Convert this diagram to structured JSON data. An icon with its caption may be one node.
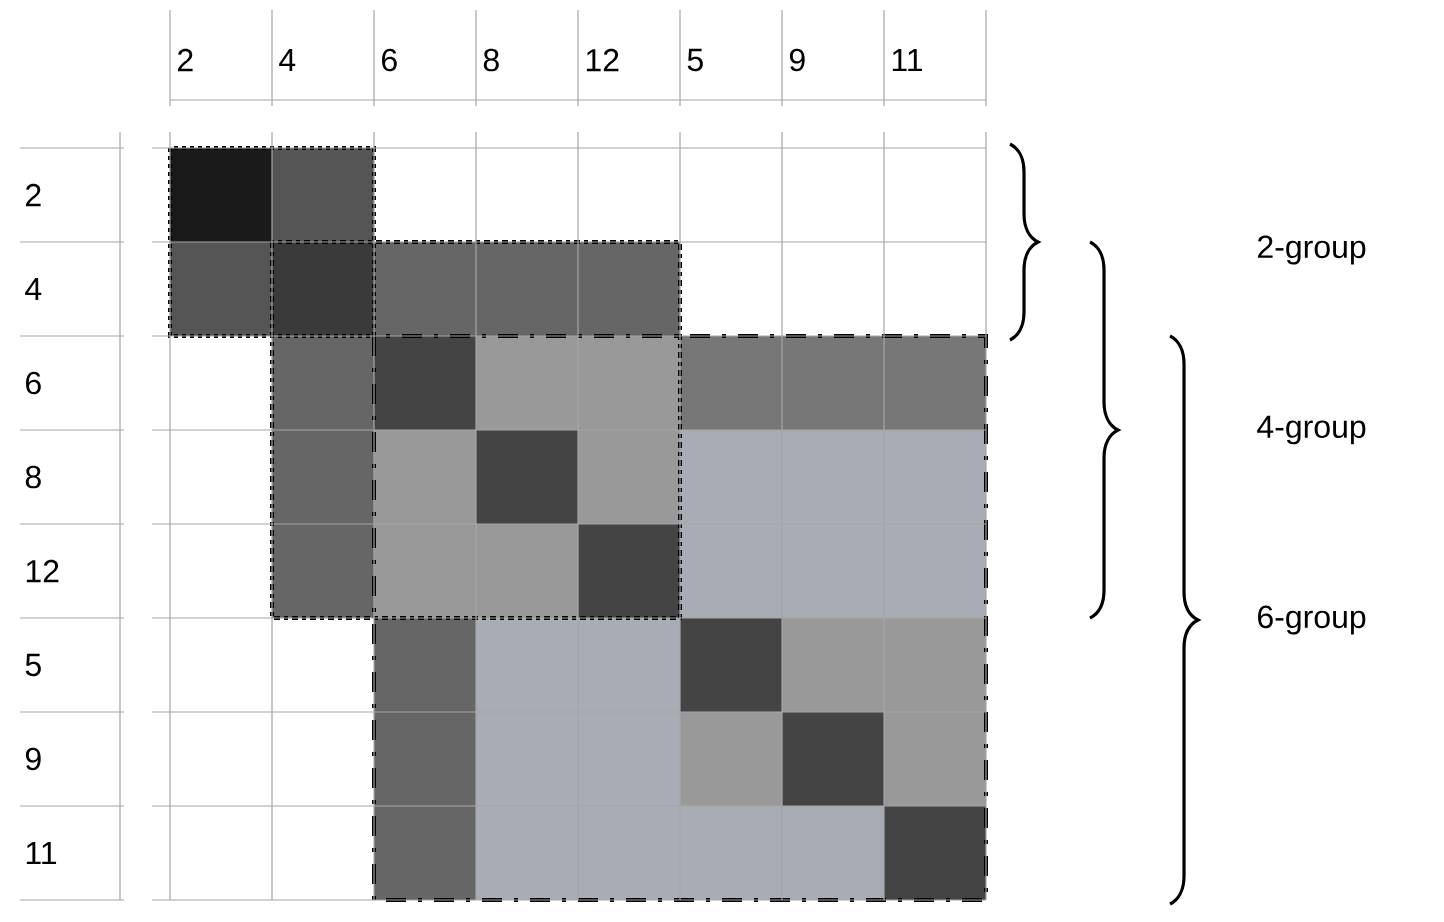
{
  "diagram": {
    "labels": [
      "2",
      "4",
      "6",
      "8",
      "12",
      "5",
      "9",
      "11",
      "2",
      "4",
      "6",
      "8",
      "12",
      "5",
      "9",
      "11",
      "2-group",
      "4-group",
      "6-group"
    ]
  }
}
